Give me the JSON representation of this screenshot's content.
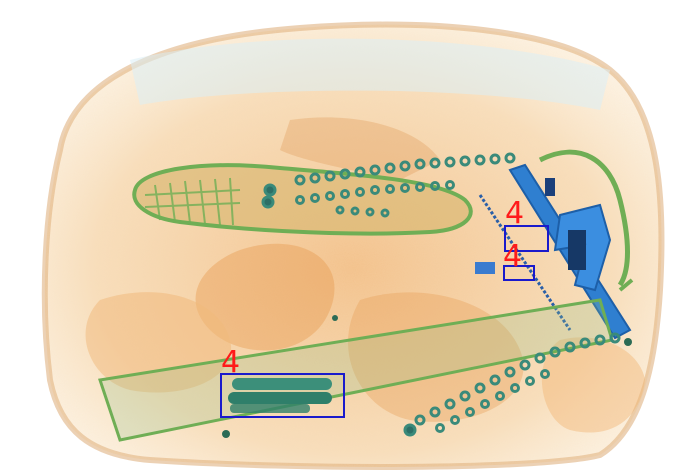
{
  "image": {
    "description_type": "xray-baggage-scan",
    "background": "#ffffff"
  },
  "colors": {
    "organic": "#e8a55a",
    "organic_light": "#f3d3a4",
    "mixed_green": "#6fae55",
    "metal_blue": "#2f7fd0",
    "box": "#1a1acc",
    "label": "#ff1a1a"
  },
  "detections": [
    {
      "label": "4"
    },
    {
      "label": "4"
    },
    {
      "label": "4"
    }
  ]
}
